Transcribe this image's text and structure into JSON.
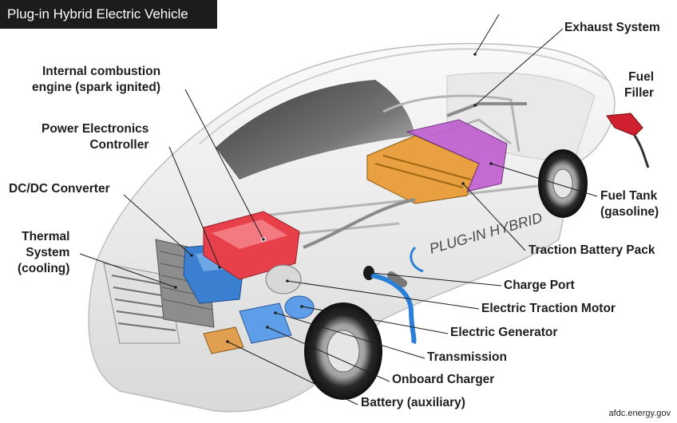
{
  "title": "Plug-in Hybrid Electric Vehicle",
  "credit": "afdc.energy.gov",
  "car_branding": "PLUG-IN HYBRID",
  "labels": {
    "ice_engine": "Internal combustion\nengine (spark ignited)",
    "power_electronics": "Power Electronics\nController",
    "dcdc": "DC/DC Converter",
    "thermal": "Thermal\nSystem\n(cooling)",
    "exhaust": "Exhaust System",
    "fuel_filler": "Fuel\nFiller",
    "fuel_tank": "Fuel Tank\n(gasoline)",
    "traction_battery": "Traction Battery Pack",
    "charge_port": "Charge Port",
    "traction_motor": "Electric Traction Motor",
    "generator": "Electric Generator",
    "transmission": "Transmission",
    "onboard_charger": "Onboard Charger",
    "battery_aux": "Battery (auxiliary)"
  },
  "colors": {
    "engine": "#e8404a",
    "power_electronics": "#3a7fd0",
    "traction_battery": "#e8a040",
    "fuel_tank": "#c060d0",
    "thermal": "#909090",
    "charge_cable": "#2a7fd8",
    "fuel_nozzle": "#d02030",
    "aux_battery": "#e0a050"
  }
}
